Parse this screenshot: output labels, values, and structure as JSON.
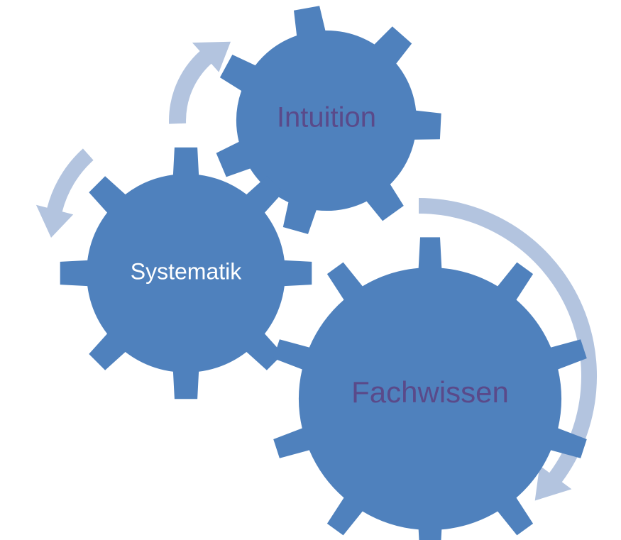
{
  "diagram": {
    "gears": [
      {
        "id": "intuition",
        "label": "Intuition",
        "label_color": "#5a4a8a"
      },
      {
        "id": "systematik",
        "label": "Systematik",
        "label_color": "#ffffff"
      },
      {
        "id": "fachwissen",
        "label": "Fachwissen",
        "label_color": "#5a4a8a"
      }
    ],
    "colors": {
      "gear_fill": "#4f81bd",
      "arrow_fill": "#b3c4df"
    }
  }
}
